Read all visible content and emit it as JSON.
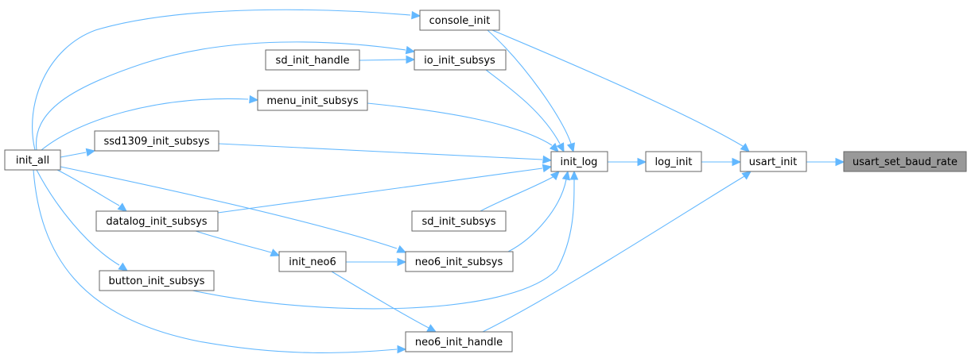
{
  "graph": {
    "title": "",
    "colors": {
      "edge": "#63b8ff",
      "node_border": "#666666",
      "node_fill": "#ffffff",
      "highlight_fill": "#999999"
    },
    "nodes": {
      "usart_set_baud_rate": "usart_set_baud_rate",
      "usart_init": "usart_init",
      "log_init": "log_init",
      "init_log": "init_log",
      "console_init": "console_init",
      "io_init_subsys": "io_init_subsys",
      "sd_init_handle": "sd_init_handle",
      "menu_init_subsys": "menu_init_subsys",
      "ssd1309_init_subsys": "ssd1309_init_subsys",
      "init_all": "init_all",
      "datalog_init_subsys": "datalog_init_subsys",
      "sd_init_subsys": "sd_init_subsys",
      "neo6_init_subsys": "neo6_init_subsys",
      "init_neo6": "init_neo6",
      "button_init_subsys": "button_init_subsys",
      "neo6_init_handle": "neo6_init_handle"
    }
  }
}
